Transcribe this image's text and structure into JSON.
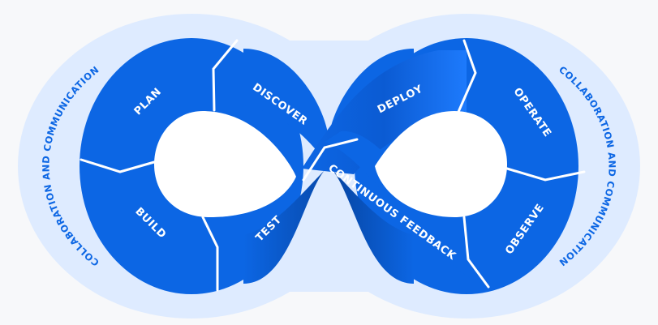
{
  "diagram": {
    "stages": {
      "plan": "PLAN",
      "discover": "DISCOVER",
      "build": "BUILD",
      "test": "TEST",
      "deploy": "DEPLOY",
      "operate": "OPERATE",
      "observe": "OBSERVE",
      "continuous_feedback": "CONTINUOUS FEEDBACK"
    },
    "ring": {
      "left_label": "COLLABORATION AND COMMUNICATION",
      "right_label": "COLLABORATION AND COMMUNICATION"
    },
    "colors": {
      "halo": "#deebff",
      "band": "#0c66e4",
      "band_dark": "#0747a6",
      "band_light": "#1d7afc",
      "ring_text": "#0c66e4",
      "background": "#f7f8fa"
    }
  }
}
